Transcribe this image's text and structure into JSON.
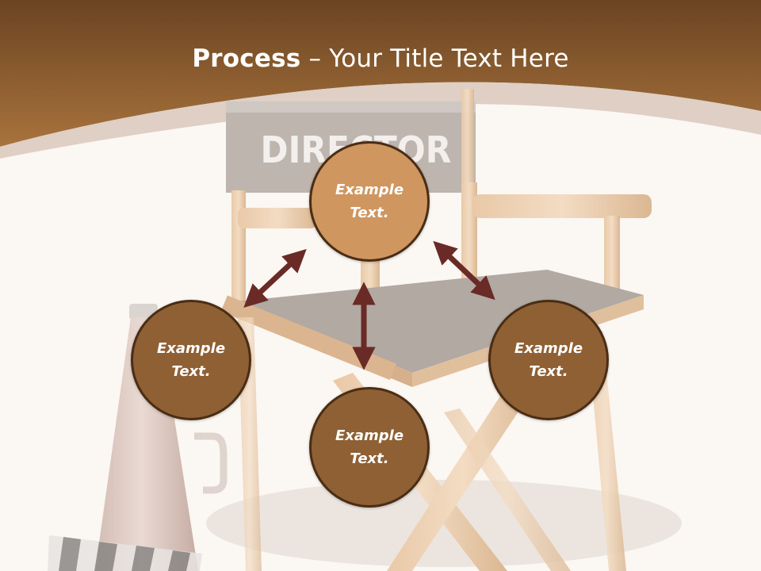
{
  "slide": {
    "title_bold": "Process",
    "title_rest": " – Your Title Text Here",
    "chair_back_text": "DIRECTOR"
  },
  "colors": {
    "header_top": "#6b4422",
    "header_bottom": "#a8733c",
    "background": "#fbf7f3",
    "node_top_fill": "#cf9660",
    "node_fill": "#8e6034",
    "node_border": "#4a2d14",
    "arrow": "#6a2a26"
  },
  "nodes": {
    "top": {
      "line1": "Example",
      "line2": "Text."
    },
    "left": {
      "line1": "Example",
      "line2": "Text."
    },
    "bottom": {
      "line1": "Example",
      "line2": "Text."
    },
    "right": {
      "line1": "Example",
      "line2": "Text."
    }
  },
  "icons": {
    "background_art": "directors-chair-with-megaphone-and-clapperboard",
    "arrows": "double-headed-arrow"
  }
}
